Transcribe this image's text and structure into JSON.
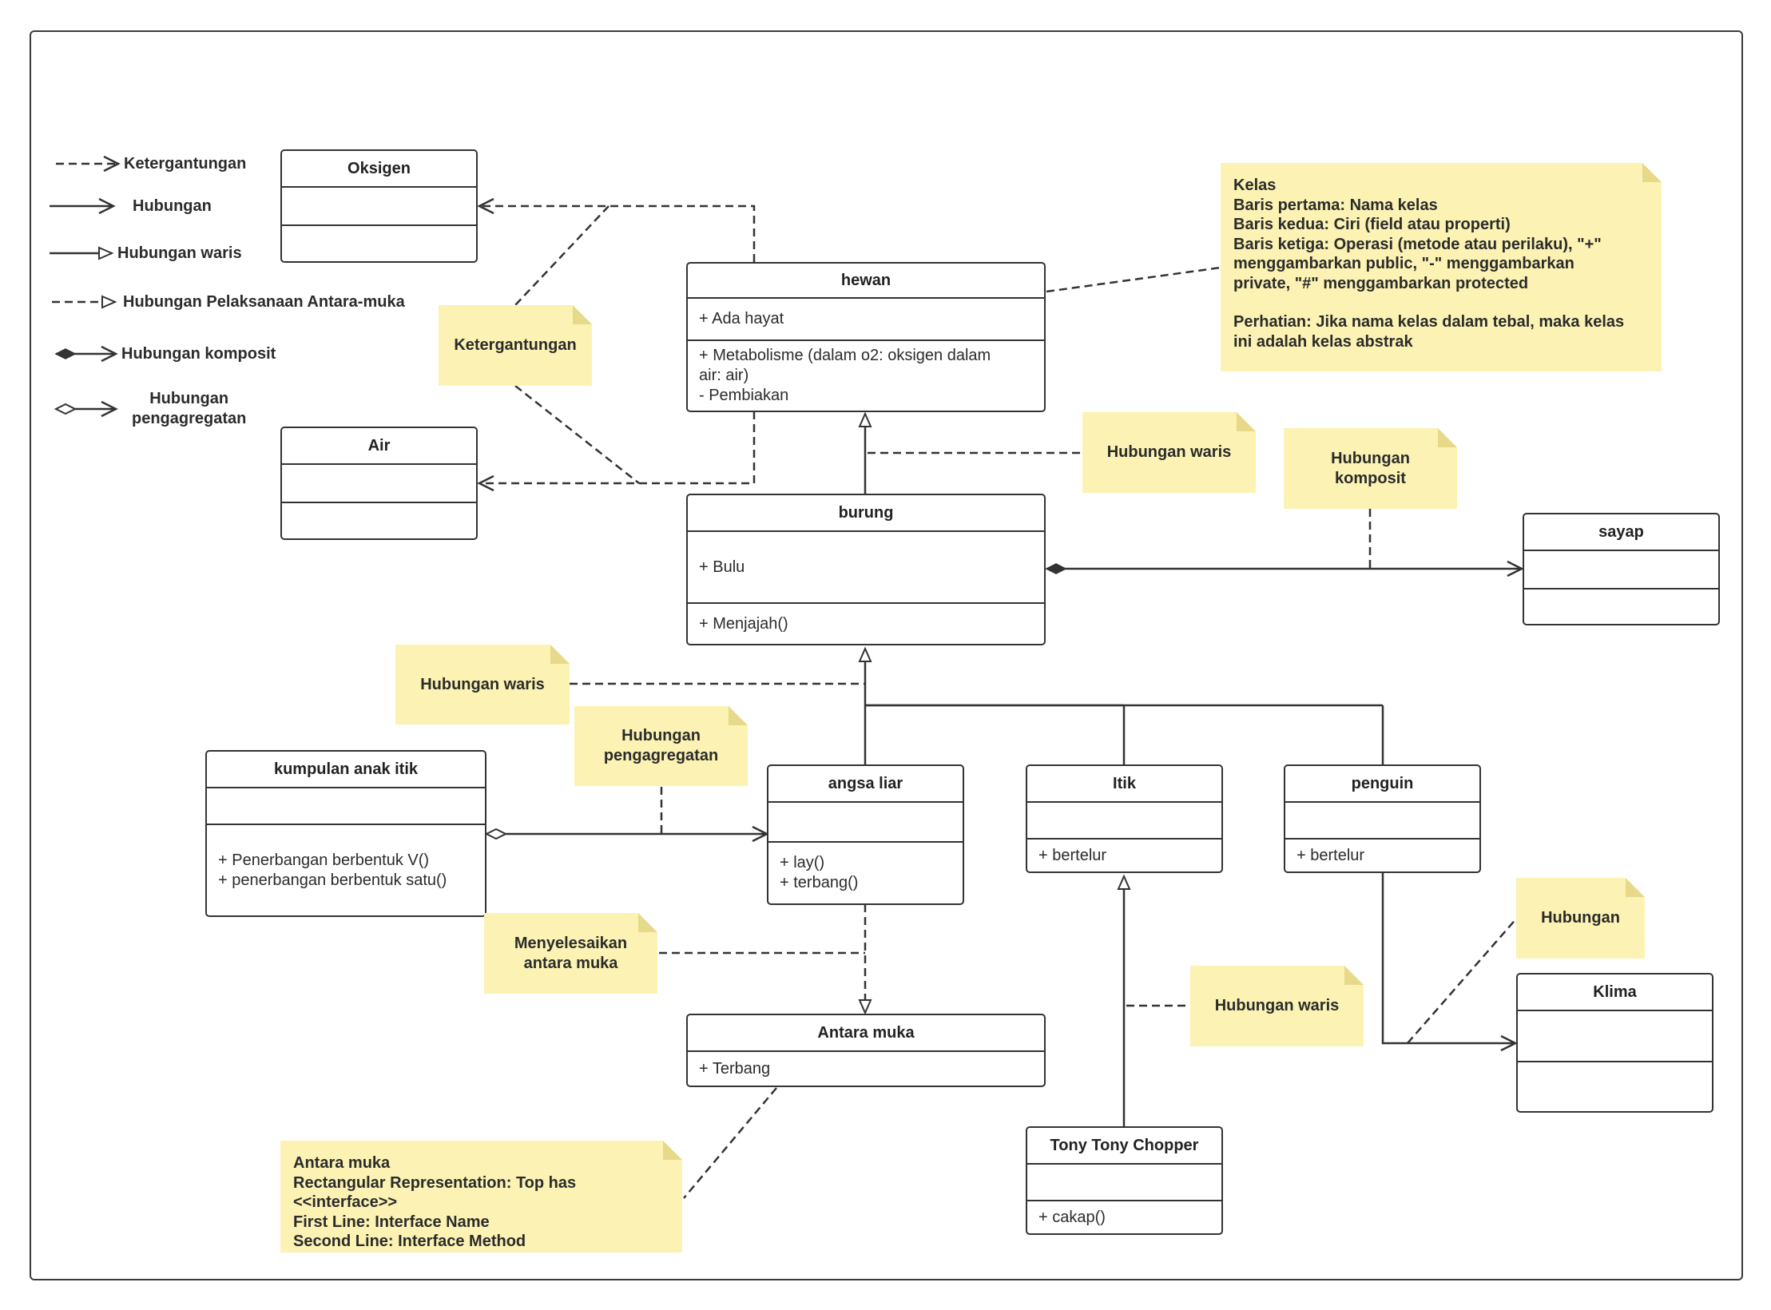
{
  "legend": {
    "dependency": "Ketergantungan",
    "association": "Hubungan",
    "inheritance": "Hubungan waris",
    "realization": "Hubungan Pelaksanaan Antara-muka",
    "composition": "Hubungan komposit",
    "aggregation": [
      "Hubungan",
      "pengagregatan"
    ]
  },
  "classes": {
    "oksigen": {
      "name": "Oksigen"
    },
    "air": {
      "name": "Air"
    },
    "hewan": {
      "name": "hewan",
      "attrs": [
        "+ Ada hayat"
      ],
      "ops": [
        "+ Metabolisme (dalam o2: oksigen dalam",
        "air: air)",
        "- Pembiakan"
      ]
    },
    "burung": {
      "name": "burung",
      "attrs": [
        "+ Bulu"
      ],
      "ops": [
        "+ Menjajah()"
      ]
    },
    "sayap": {
      "name": "sayap"
    },
    "kumpulan": {
      "name": "kumpulan anak itik",
      "ops": [
        "+ Penerbangan berbentuk V()",
        "+ penerbangan berbentuk satu()"
      ]
    },
    "angsa": {
      "name": "angsa liar",
      "ops": [
        "+ lay()",
        "+ terbang()"
      ]
    },
    "itik": {
      "name": "Itik",
      "ops": [
        "+ bertelur"
      ]
    },
    "penguin": {
      "name": "penguin",
      "ops": [
        "+ bertelur"
      ]
    },
    "interface": {
      "name": "Antara muka",
      "attrs": [
        "+ Terbang"
      ]
    },
    "tony": {
      "name": "Tony Tony Chopper",
      "ops": [
        "+ cakap()"
      ]
    },
    "klima": {
      "name": "Klima"
    }
  },
  "notes": {
    "ketergantungan": [
      "Ketergantungan"
    ],
    "waris1": [
      "Hubungan waris"
    ],
    "komposit": [
      "Hubungan",
      "komposit"
    ],
    "waris2": [
      "Hubungan waris"
    ],
    "pengagregatan": [
      "Hubungan",
      "pengagregatan"
    ],
    "menyelesaikan": [
      "Menyelesaikan",
      "antara muka"
    ],
    "waris3": [
      "Hubungan waris"
    ],
    "hubungan": [
      "Hubungan"
    ],
    "kelas": [
      "Kelas",
      "Baris pertama: Nama kelas",
      "Baris kedua: Ciri (field atau properti)",
      "Baris ketiga: Operasi (metode atau perilaku), \"+\"",
      "menggambarkan public, \"-\" menggambarkan",
      "private, \"#\" menggambarkan protected",
      "",
      "Perhatian: Jika nama kelas dalam tebal, maka kelas",
      "ini adalah kelas abstrak"
    ],
    "antaramuka": [
      "Antara muka",
      "Rectangular Representation: Top has",
      "<<interface>>",
      "First Line: Interface Name",
      "Second Line: Interface Method"
    ]
  },
  "colors": {
    "note": "#fbf2b3",
    "note_fold": "#e6d98a",
    "line": "#333333"
  }
}
